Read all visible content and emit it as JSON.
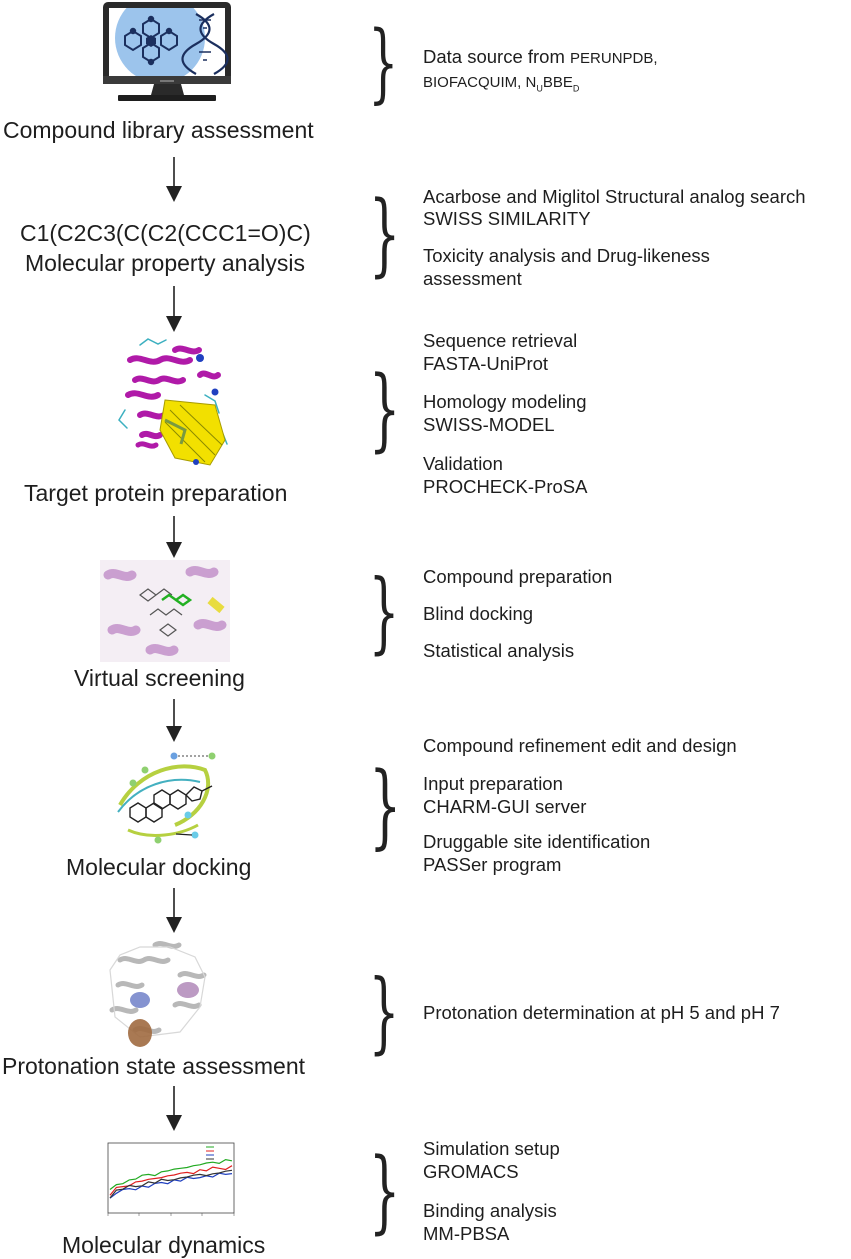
{
  "steps": [
    {
      "title": "Compound library assessment",
      "extra": "",
      "notes": [
        {
          "parts": [
            {
              "t": "Data source from "
            },
            {
              "t": "PERUNPDB,",
              "small": true
            }
          ]
        },
        {
          "parts": [
            {
              "t": "BIOFACQUIM, N",
              "small": true
            },
            {
              "t": "U",
              "sub": true
            },
            {
              "t": "BBE",
              "small": true
            },
            {
              "t": "D",
              "sub": true
            }
          ]
        }
      ]
    },
    {
      "title": "Molecular property analysis",
      "extra": "C1(C2C3(C(C2(CCC1=O)C)",
      "notes": [
        {
          "parts": [
            {
              "t": "Acarbose and Miglitol Structural analog search"
            }
          ]
        },
        {
          "parts": [
            {
              "t": "SWISS SIMILARITY"
            }
          ]
        },
        {
          "parts": [
            {
              "t": "Toxicity analysis and Drug-likeness"
            }
          ]
        },
        {
          "parts": [
            {
              "t": "assessment"
            }
          ]
        }
      ]
    },
    {
      "title": "Target protein preparation",
      "extra": "",
      "notes": [
        {
          "parts": [
            {
              "t": "Sequence retrieval"
            }
          ]
        },
        {
          "parts": [
            {
              "t": "FASTA-UniProt"
            }
          ]
        },
        {
          "parts": [
            {
              "t": "Homology modeling"
            }
          ]
        },
        {
          "parts": [
            {
              "t": "SWISS-MODEL"
            }
          ]
        },
        {
          "parts": [
            {
              "t": "Validation"
            }
          ]
        },
        {
          "parts": [
            {
              "t": "PROCHECK-ProSA"
            }
          ]
        }
      ]
    },
    {
      "title": "Virtual screening",
      "extra": "",
      "notes": [
        {
          "parts": [
            {
              "t": "Compound preparation"
            }
          ]
        },
        {
          "parts": [
            {
              "t": "Blind docking"
            }
          ]
        },
        {
          "parts": [
            {
              "t": "Statistical analysis"
            }
          ]
        }
      ]
    },
    {
      "title": "Molecular docking",
      "extra": "",
      "notes": [
        {
          "parts": [
            {
              "t": "Compound refinement edit and design"
            }
          ]
        },
        {
          "parts": [
            {
              "t": "Input preparation"
            }
          ]
        },
        {
          "parts": [
            {
              "t": "CHARM-GUI server"
            }
          ]
        },
        {
          "parts": [
            {
              "t": "Druggable site identification"
            }
          ]
        },
        {
          "parts": [
            {
              "t": "PASSer program"
            }
          ]
        }
      ]
    },
    {
      "title": "Protonation state assessment",
      "extra": "",
      "notes": [
        {
          "parts": [
            {
              "t": "Protonation determination at pH 5 and pH 7"
            }
          ]
        }
      ]
    },
    {
      "title": "Molecular dynamics",
      "extra": "",
      "notes": [
        {
          "parts": [
            {
              "t": "Simulation setup"
            }
          ]
        },
        {
          "parts": [
            {
              "t": "GROMACS"
            }
          ]
        },
        {
          "parts": [
            {
              "t": "Binding analysis"
            }
          ]
        },
        {
          "parts": [
            {
              "t": "MM-PBSA"
            }
          ]
        }
      ]
    }
  ],
  "md_chart_data": {
    "type": "line",
    "series": [
      {
        "color": "#22aa22",
        "values": [
          0.1,
          0.13,
          0.14,
          0.15,
          0.16,
          0.17,
          0.18,
          0.18,
          0.19,
          0.2,
          0.2,
          0.21,
          0.22,
          0.22,
          0.23,
          0.23,
          0.24,
          0.24,
          0.25,
          0.25
        ]
      },
      {
        "color": "#e02020",
        "values": [
          0.08,
          0.11,
          0.12,
          0.13,
          0.14,
          0.15,
          0.15,
          0.16,
          0.17,
          0.17,
          0.18,
          0.18,
          0.19,
          0.19,
          0.2,
          0.2,
          0.21,
          0.21,
          0.21,
          0.22
        ]
      },
      {
        "color": "#1f3fbf",
        "values": [
          0.06,
          0.09,
          0.1,
          0.11,
          0.11,
          0.12,
          0.12,
          0.13,
          0.14,
          0.14,
          0.15,
          0.15,
          0.16,
          0.16,
          0.17,
          0.17,
          0.17,
          0.18,
          0.18,
          0.19
        ]
      },
      {
        "color": "#333333",
        "values": [
          0.07,
          0.1,
          0.11,
          0.12,
          0.12,
          0.13,
          0.14,
          0.14,
          0.15,
          0.15,
          0.16,
          0.16,
          0.17,
          0.17,
          0.18,
          0.18,
          0.18,
          0.19,
          0.19,
          0.2
        ]
      }
    ]
  },
  "colors": {
    "ink": "#1e1e1e",
    "magenta": "#b01aa8",
    "yellow": "#f2e000",
    "cyan": "#3cb0c0",
    "hexBlue": "#1b2f5e",
    "screenBlue": "#9cc4ec"
  }
}
